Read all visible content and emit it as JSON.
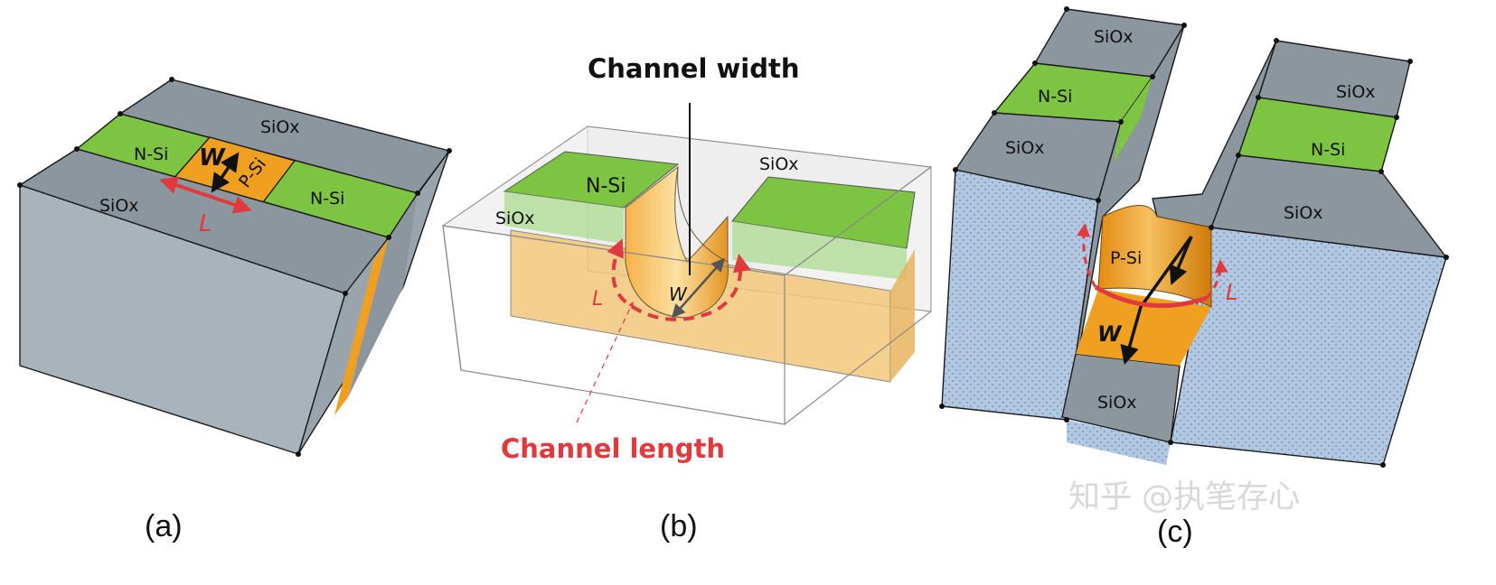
{
  "panels": {
    "a": {
      "caption": "(a)",
      "labels": {
        "siox_top": "SiOx",
        "siox_bottom": "SiOx",
        "nsi_left": "N-Si",
        "nsi_right": "N-Si",
        "psi": "P-Si",
        "w": "W",
        "l": "L"
      }
    },
    "b": {
      "caption": "(b)",
      "labels": {
        "siox_back": "SiOx",
        "siox_front": "SiOx",
        "nsi": "N-Si",
        "w": "W",
        "l": "L"
      },
      "callouts": {
        "width": "Channel width",
        "length": "Channel length"
      }
    },
    "c": {
      "caption": "(c)",
      "labels": {
        "left_siox_top": "SiOx",
        "left_nsi": "N-Si",
        "left_siox_bottom": "SiOx",
        "right_siox_top": "SiOx",
        "right_nsi": "N-Si",
        "right_siox_bottom": "SiOx",
        "trench_siox": "SiOx",
        "psi": "P-Si",
        "w": "W",
        "l": "L"
      }
    }
  },
  "watermark": "知乎 @执笔存心",
  "colors": {
    "siox_gray": "#8c969e",
    "nsi_green": "#7dc442",
    "psi_orange": "#f0a020",
    "substrate_blue": "#b2c8e2",
    "red_accent": "#e03a3e"
  }
}
